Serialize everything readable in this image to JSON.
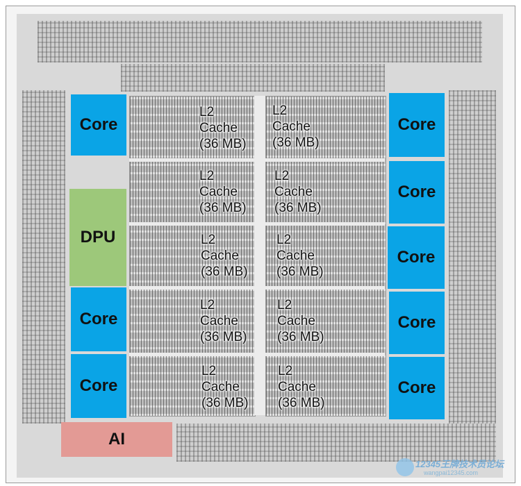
{
  "cores_left": [
    "Core",
    "Core",
    "Core"
  ],
  "cores_right": [
    "Core",
    "Core",
    "Core",
    "Core",
    "Core"
  ],
  "dpu": "DPU",
  "ai": "AI",
  "cache": {
    "line1": "L2",
    "line2": "Cache",
    "line3": "(36 MB)"
  },
  "watermark": {
    "title": "12345王牌技术员论坛",
    "url": "wangpai12345.com"
  },
  "colors": {
    "core": "#0aa4e6",
    "dpu": "#9dc87a",
    "ai": "#e39a95"
  }
}
